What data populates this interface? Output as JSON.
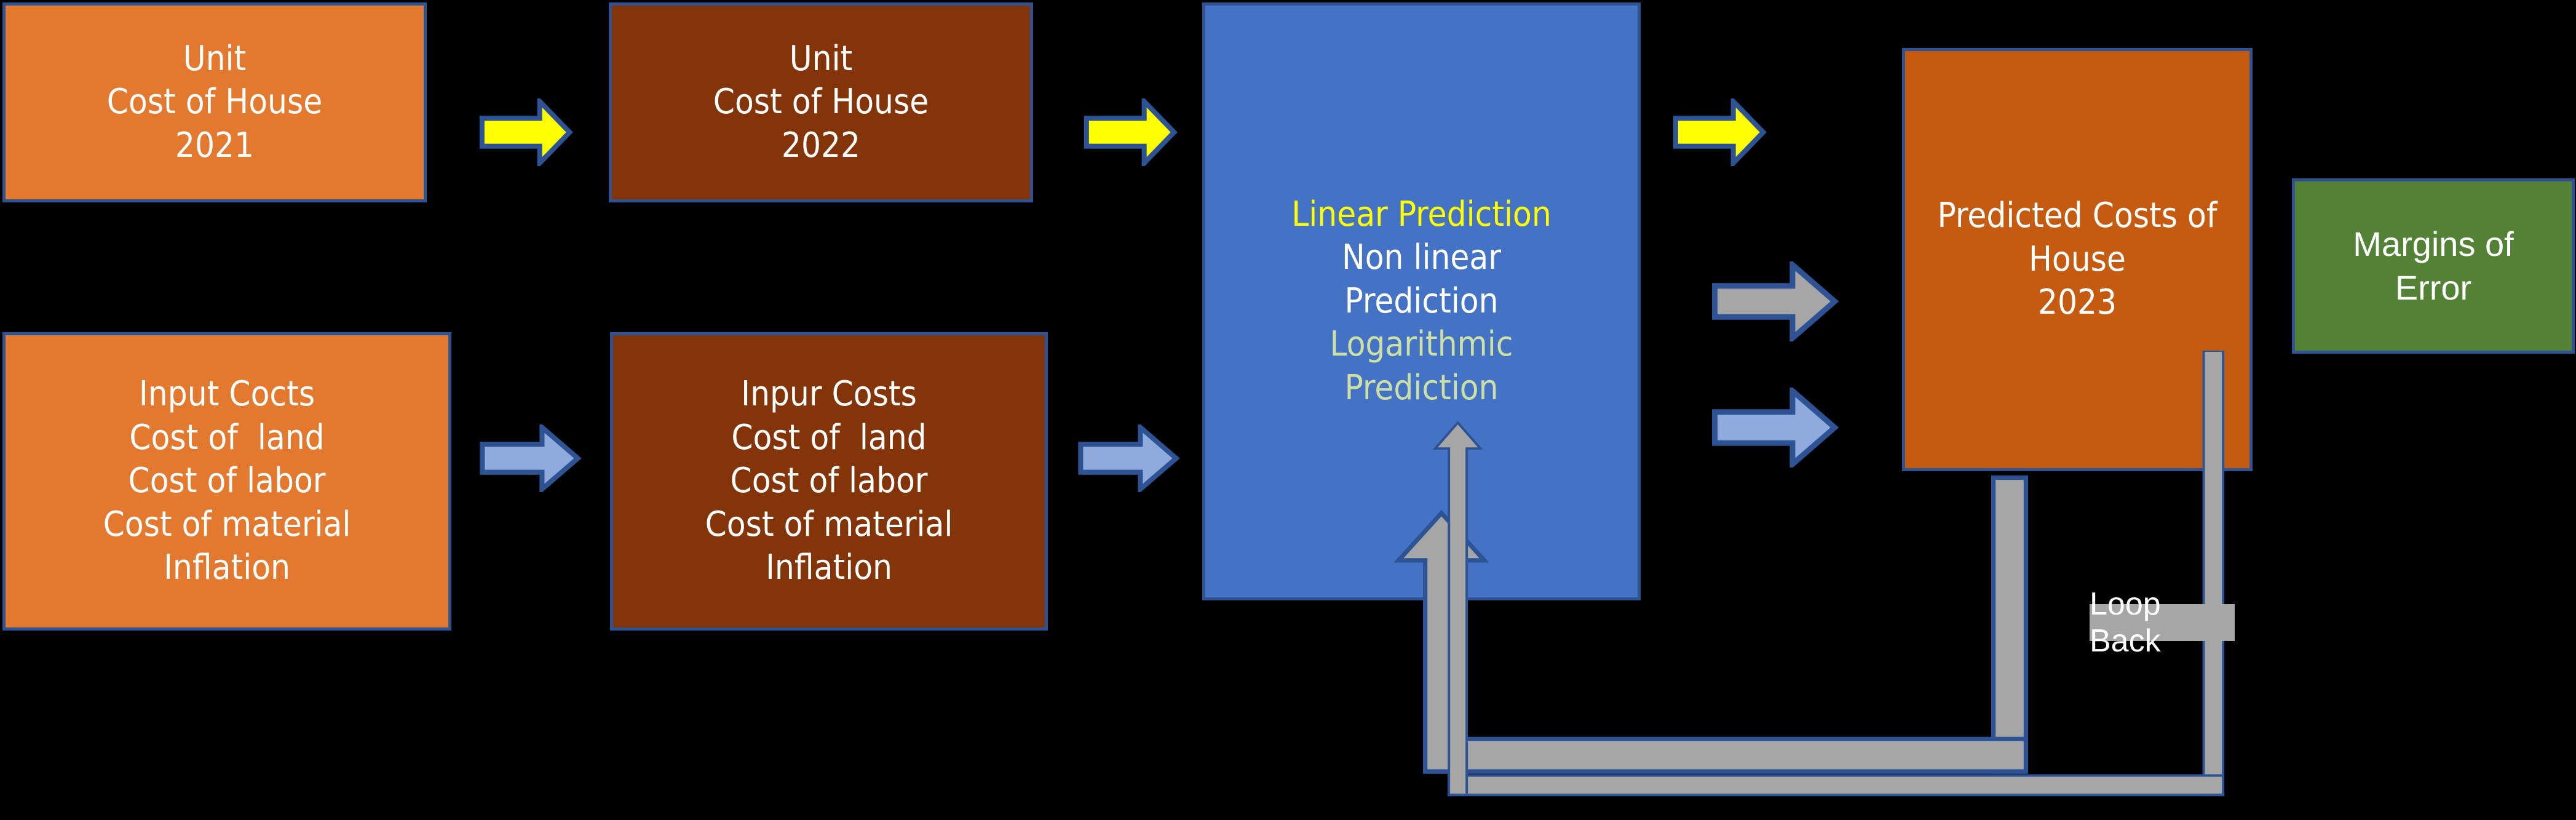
{
  "diagram": {
    "title": "House cost prediction flow",
    "colors": {
      "background": "#000000",
      "orange_light": "#E3792E",
      "orange_dark": "#C55A11",
      "brown": "#843409",
      "blue": "#4472C4",
      "green": "#538135",
      "gray": "#A6A6A6",
      "yellow": "#FFFF00",
      "light_blue": "#8FAADC",
      "outline": "#2E5395",
      "text_green": "#CCE0A5"
    }
  },
  "boxes": {
    "unit_cost_2021": {
      "lines": [
        "Unit",
        "Cost of House",
        "2021"
      ],
      "fill": "#E3792E"
    },
    "unit_cost_2022": {
      "lines": [
        "Unit",
        "Cost of House",
        "2022"
      ],
      "fill": "#843409"
    },
    "input_costs_left": {
      "lines": [
        "Input Cocts",
        "Cost of  land",
        "Cost of labor",
        "Cost of material",
        "Inflation"
      ],
      "fill": "#E3792E"
    },
    "input_costs_mid": {
      "lines": [
        "Inpur Costs",
        "Cost of  land",
        "Cost of labor",
        "Cost of material",
        "Inflation"
      ],
      "fill": "#843409"
    },
    "prediction": {
      "lines": [
        {
          "text": "Linear Prediction",
          "color": "#FFFF00"
        },
        {
          "text": "Non linear",
          "color": "#FFFFFF"
        },
        {
          "text": "Prediction",
          "color": "#FFFFFF"
        },
        {
          "text": "Logarithmic",
          "color": "#CCE0A5"
        },
        {
          "text": "Prediction",
          "color": "#CCE0A5"
        }
      ],
      "fill": "#4472C4"
    },
    "predicted_costs": {
      "lines": [
        "Predicted Costs of",
        "House",
        "2023"
      ],
      "fill": "#C55A11"
    },
    "margins_of_error": {
      "lines": [
        "Margins of",
        "Error"
      ],
      "fill": "#538135"
    }
  },
  "labels": {
    "loop_back": "Loop Back"
  },
  "arrows": [
    {
      "name": "yellow-2021-to-2022",
      "color": "#FFFF00",
      "direction": "right"
    },
    {
      "name": "yellow-2022-to-prediction",
      "color": "#FFFF00",
      "direction": "right"
    },
    {
      "name": "yellow-prediction-to-predicted",
      "color": "#FFFF00",
      "direction": "right"
    },
    {
      "name": "blue-inputleft-to-inputmid",
      "color": "#8FAADC",
      "direction": "right"
    },
    {
      "name": "blue-inputmid-to-prediction",
      "color": "#8FAADC",
      "direction": "right"
    },
    {
      "name": "gray-prediction-to-predicted",
      "color": "#A6A6A6",
      "direction": "right"
    },
    {
      "name": "blue-prediction-to-predicted",
      "color": "#8FAADC",
      "direction": "right"
    },
    {
      "name": "gray-loopback-inner",
      "color": "#A6A6A6",
      "direction": "up"
    },
    {
      "name": "gray-loopback-outer",
      "color": "#A6A6A6",
      "direction": "up"
    }
  ]
}
